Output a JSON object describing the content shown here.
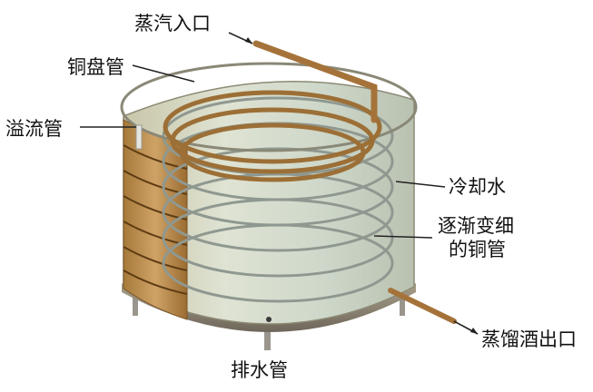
{
  "labels": {
    "steam_inlet": "蒸汽入口",
    "copper_coil": "铜盘管",
    "overflow_pipe": "溢流管",
    "cooling_water": "冷却水",
    "tapering_tube_line1": "逐渐变细",
    "tapering_tube_line2": "的铜管",
    "distillate_outlet": "蒸馏酒出口",
    "drain_pipe": "排水管"
  }
}
